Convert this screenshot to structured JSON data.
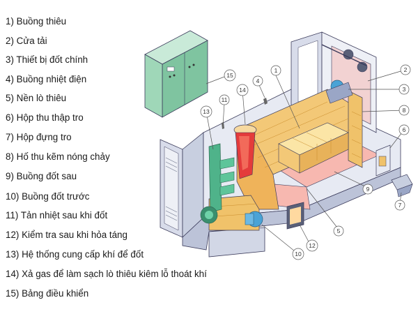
{
  "legend": [
    {
      "num": "1)",
      "label": "Buồng thiêu"
    },
    {
      "num": "2)",
      "label": "Cửa tải"
    },
    {
      "num": "3)",
      "label": "Thiết bị đốt chính"
    },
    {
      "num": "4)",
      "label": "Buồng nhiệt điện"
    },
    {
      "num": "5)",
      "label": "Nền lò thiêu"
    },
    {
      "num": "6)",
      "label": "Hộp thu thập tro"
    },
    {
      "num": "7)",
      "label": "Hộp đựng tro"
    },
    {
      "num": "8)",
      "label": "Hố thu kẽm nóng chảy"
    },
    {
      "num": "9)",
      "label": "Buồng đốt sau"
    },
    {
      "num": "10)",
      "label": "Buồng đốt trước"
    },
    {
      "num": "11)",
      "label": "Tản nhiệt sau khi đốt"
    },
    {
      "num": "12)",
      "label": "Kiểm tra sau khi hỏa táng"
    },
    {
      "num": "13)",
      "label": "Hệ thống cung cấp khí để đốt"
    },
    {
      "num": "14)",
      "label": "Xả gas để làm sạch lò thiêu kiêm lỗ thoát khí"
    },
    {
      "num": "15)",
      "label": "Bảng điều khiển"
    }
  ],
  "callouts": [
    "1",
    "2",
    "3",
    "4",
    "5",
    "6",
    "7",
    "8",
    "9",
    "10",
    "11",
    "12",
    "13",
    "14",
    "15"
  ],
  "colors": {
    "cabinet": "#9fd7b8",
    "panel_frame": "#c8cfe0",
    "brick": "#f0c26a",
    "hot_zone": "#f7b8b0",
    "flame": "#e43b3b",
    "pipe_green": "#4fb38a",
    "blue_burner": "#4aa3d6",
    "line": "#3a3a5a"
  }
}
